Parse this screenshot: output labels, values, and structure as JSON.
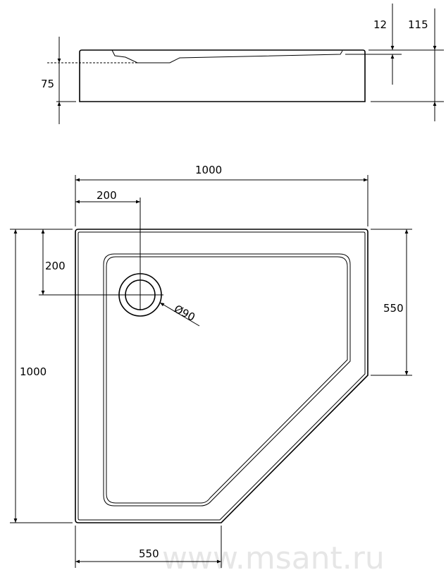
{
  "title": "Shower tray dimensional drawing",
  "side_view": {
    "dim_height_base": "75",
    "dim_rim": "12",
    "dim_total_height": "115"
  },
  "top_view": {
    "dim_width": "1000",
    "dim_depth": "1000",
    "dim_drain_x": "200",
    "dim_drain_y": "200",
    "dim_right_side": "550",
    "dim_bottom_side": "550",
    "dim_drain_diameter": "Ø90"
  },
  "watermark": "www.msant.ru"
}
